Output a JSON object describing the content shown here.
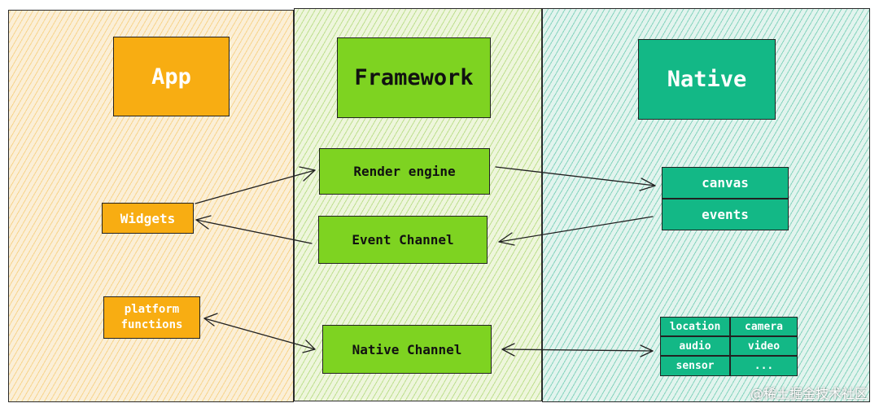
{
  "columns": {
    "app": {
      "title": "App",
      "widgets": "Widgets",
      "platform_functions": "platform functions"
    },
    "framework": {
      "title": "Framework",
      "render_engine": "Render engine",
      "event_channel": "Event Channel",
      "native_channel": "Native Channel"
    },
    "native": {
      "title": "Native",
      "canvas": "canvas",
      "events": "events",
      "capabilities": [
        "location",
        "camera",
        "audio",
        "video",
        "sensor",
        "..."
      ]
    }
  },
  "watermark": "@稀土掘金技术社区",
  "colors": {
    "app": "#f8ad12",
    "framework": "#7ed321",
    "native": "#13b886"
  }
}
